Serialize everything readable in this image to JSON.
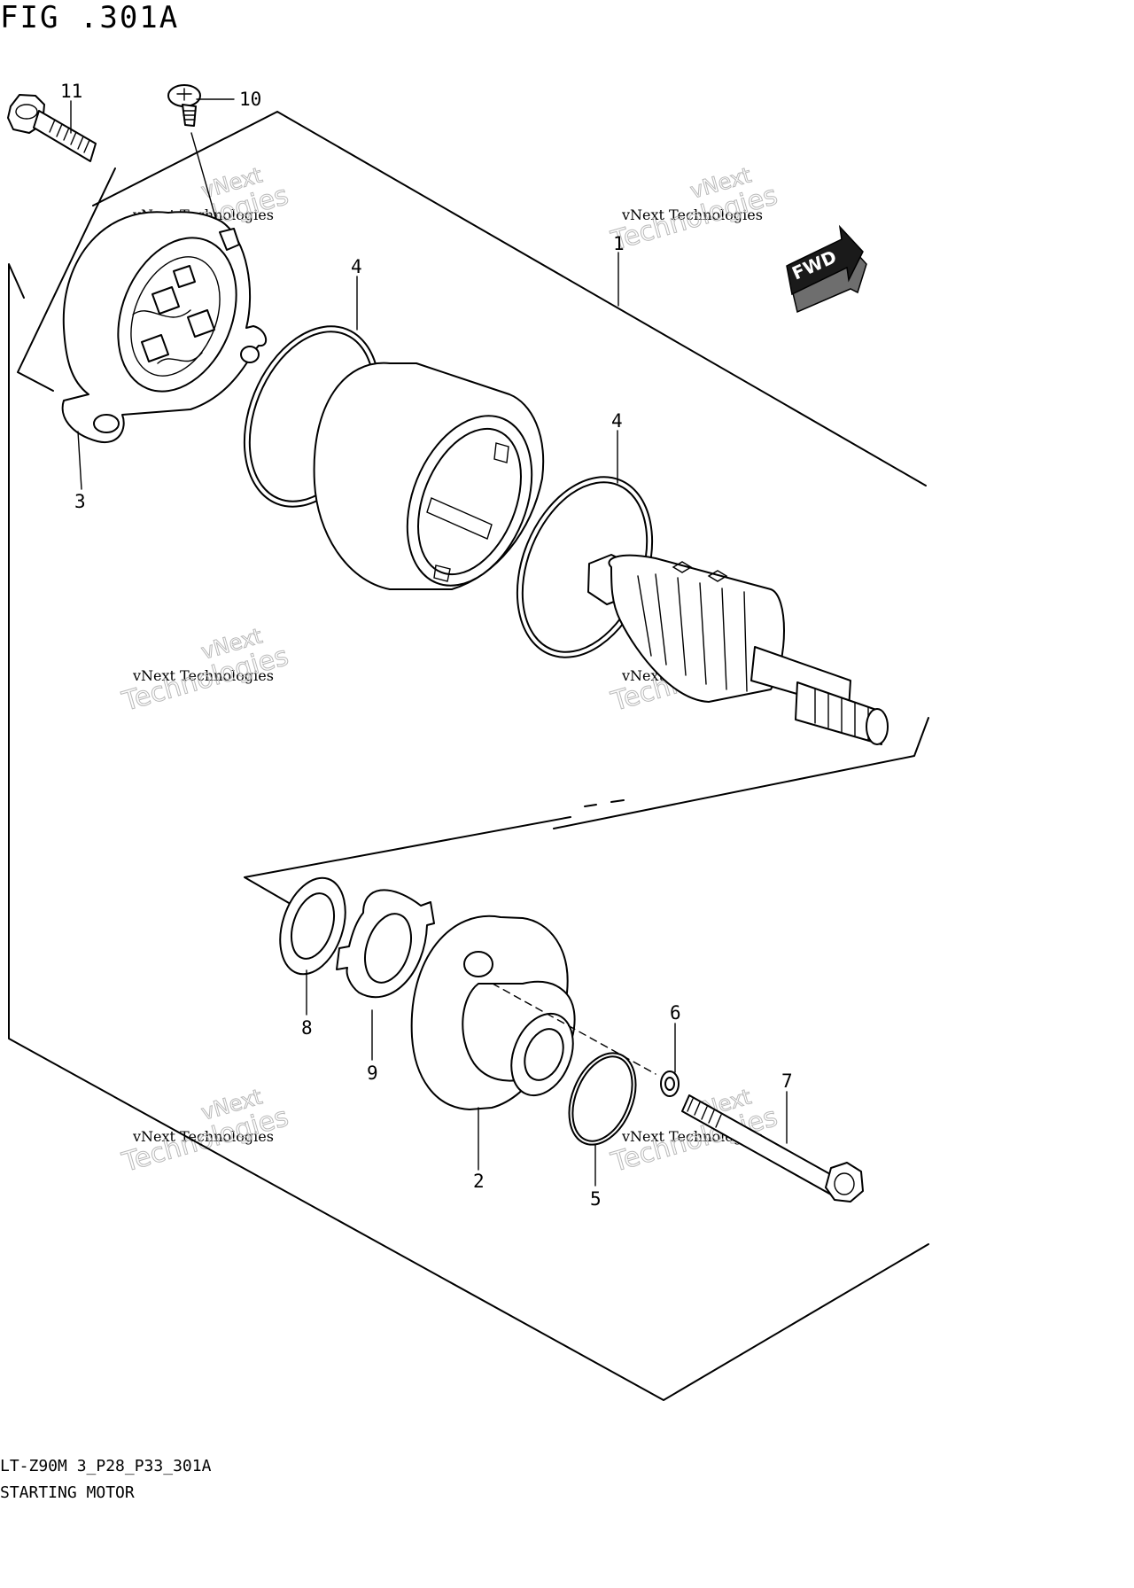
{
  "figure": {
    "title": "FIG .301A",
    "code": "LT-Z90M 3_P28_P33_301A",
    "name": "STARTING MOTOR",
    "fwd_label": "FWD"
  },
  "callouts": {
    "c1": "1",
    "c2": "2",
    "c3": "3",
    "c4a": "4",
    "c4b": "4",
    "c5": "5",
    "c6": "6",
    "c7": "7",
    "c8": "8",
    "c9": "9",
    "c10": "10",
    "c11": "11"
  },
  "watermark": {
    "company": "vNext Technologies",
    "brand": "vNext",
    "word": "Technologies"
  },
  "icons": {
    "fwd": "fwd-arrow-icon"
  }
}
